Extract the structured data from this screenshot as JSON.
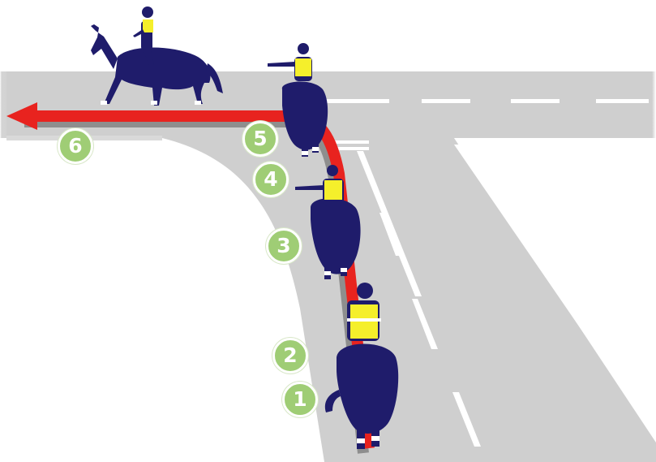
{
  "diagram": {
    "kind": "road-junction-turn-left-riders",
    "colors": {
      "road": "#cfcfcf",
      "road_edge_fade": "#e6e6e6",
      "road_marking": "#ffffff",
      "route_arrow": "#e8231f",
      "route_shadow": "#8e8e8e",
      "horse_rider": "#1f1c6b",
      "hi_vis_vest": "#f5ef2b",
      "leg_bandage": "#ffffff",
      "step_badge": "#9fcd75",
      "step_badge_text": "#ffffff"
    },
    "steps": [
      {
        "label": "1"
      },
      {
        "label": "2"
      },
      {
        "label": "3"
      },
      {
        "label": "4"
      },
      {
        "label": "5"
      },
      {
        "label": "6"
      }
    ],
    "riders": [
      {
        "id": "rider-walking-left",
        "icon": "horse-rider-side-view-icon"
      },
      {
        "id": "rider-signalling-at-junction",
        "icon": "horse-rider-rear-view-arm-out-icon"
      },
      {
        "id": "rider-signalling-mid",
        "icon": "horse-rider-rear-view-arm-out-icon"
      },
      {
        "id": "rider-approaching",
        "icon": "horse-rider-rear-view-icon"
      }
    ]
  }
}
